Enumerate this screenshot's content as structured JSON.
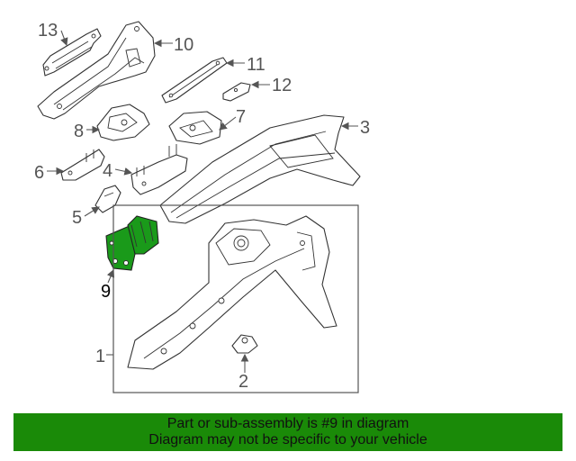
{
  "callouts": {
    "p1": "1",
    "p2": "2",
    "p3": "3",
    "p4": "4",
    "p5": "5",
    "p6": "6",
    "p7": "7",
    "p8": "8",
    "p9": "9",
    "p10": "10",
    "p11": "11",
    "p12": "12",
    "p13": "13"
  },
  "highlight": {
    "part_number": "9",
    "color": "#1a9a1a"
  },
  "banner": {
    "line1": "Part or sub-assembly is #9 in diagram",
    "line2": "Diagram may not be specific to your vehicle",
    "background": "#1a8a08"
  }
}
